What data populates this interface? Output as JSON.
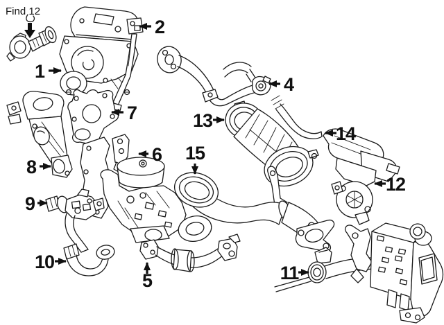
{
  "find_banner": {
    "label": "Find 12"
  },
  "callouts": [
    {
      "number": "1"
    },
    {
      "number": "2"
    },
    {
      "number": "4"
    },
    {
      "number": "5"
    },
    {
      "number": "6"
    },
    {
      "number": "7"
    },
    {
      "number": "8"
    },
    {
      "number": "9"
    },
    {
      "number": "10"
    },
    {
      "number": "11"
    },
    {
      "number": "12"
    },
    {
      "number": "13"
    },
    {
      "number": "14"
    },
    {
      "number": "15"
    }
  ],
  "colors": {
    "background": "#ffffff",
    "line": "#1a1a1a",
    "label": "#101010"
  }
}
